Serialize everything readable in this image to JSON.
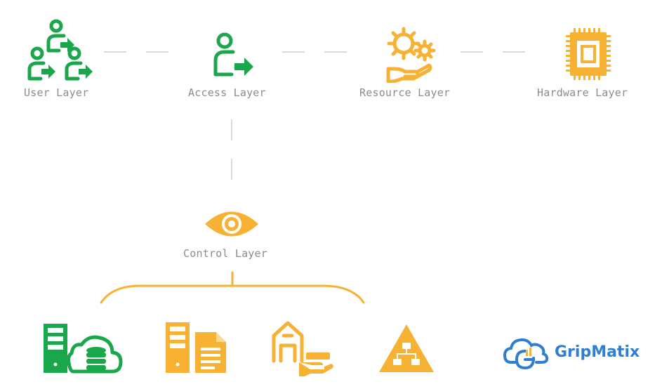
{
  "colors": {
    "green": "#1aa64a",
    "orange": "#f7b233",
    "connector": "#d9d9d9",
    "label": "#8c8c8c",
    "brand": "#2e7fd1"
  },
  "layers": {
    "user": "User Layer",
    "access": "Access Layer",
    "resource": "Resource Layer",
    "hardware": "Hardware Layer",
    "control": "Control Layer"
  },
  "icons": {
    "user": "users-group-icon",
    "access": "user-login-icon",
    "resource": "gears-hand-icon",
    "hardware": "cpu-chip-icon",
    "control": "eye-icon",
    "bottom": [
      "server-cloud-database-icon",
      "server-document-icon",
      "building-hand-icon",
      "pyramid-hierarchy-icon"
    ]
  },
  "brand": {
    "name": "GripMatix"
  }
}
